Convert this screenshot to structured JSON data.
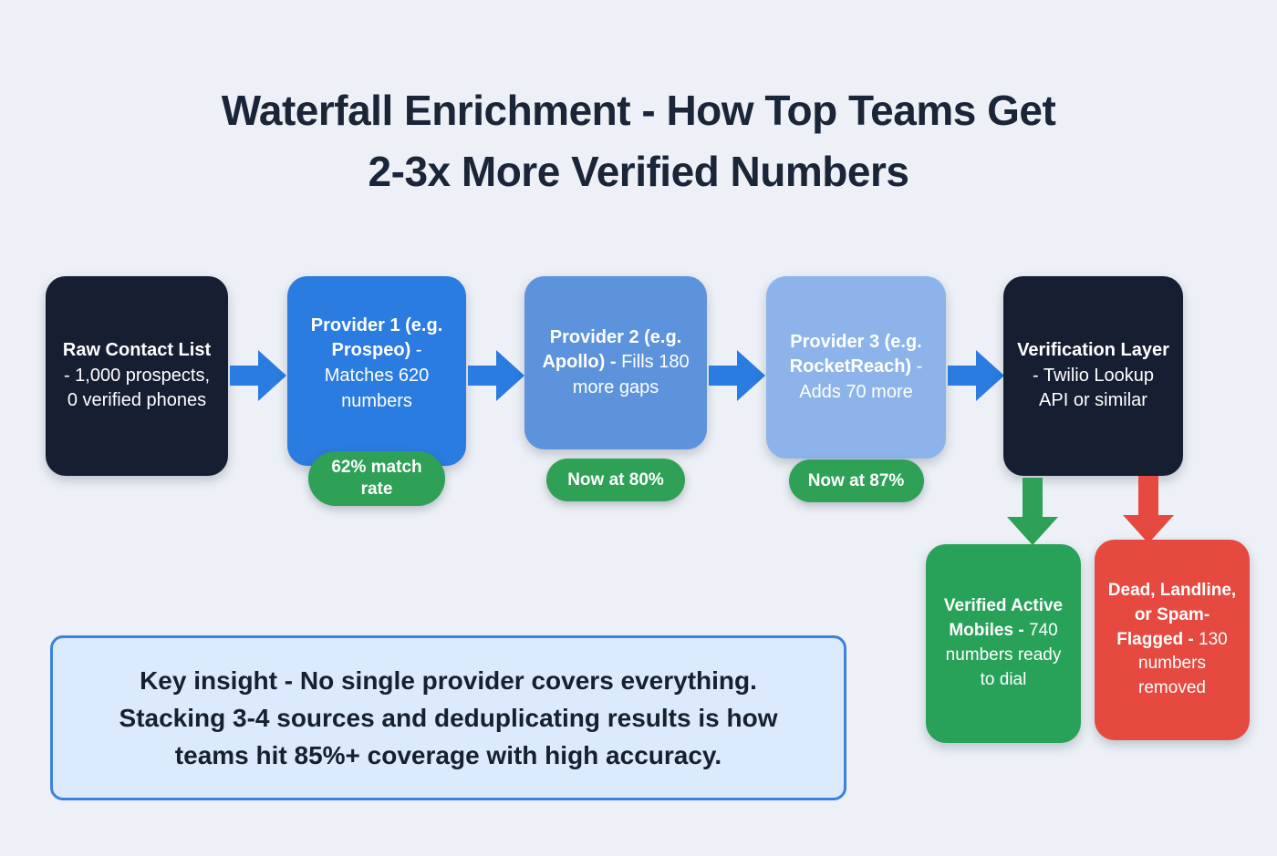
{
  "title": {
    "lines": [
      "Waterfall Enrichment - How Top Teams Get",
      "2-3x More Verified Numbers"
    ]
  },
  "flow": {
    "steps": [
      {
        "name": "raw-contact-list",
        "bold": "Raw Contact List",
        "rest": " - 1,000 prospects, 0 verified phones"
      },
      {
        "name": "provider-1",
        "bold": "Provider 1 (e.g. Prospeo)",
        "rest": " - Matches 620 numbers",
        "badge": "62% match rate"
      },
      {
        "name": "provider-2",
        "bold": "Provider 2 (e.g. Apollo) -",
        "rest": " Fills 180 more gaps",
        "badge": "Now at 80%"
      },
      {
        "name": "provider-3",
        "bold": "Provider 3 (e.g. RocketReach)",
        "rest": " - Adds 70 more",
        "badge": "Now at 87%"
      },
      {
        "name": "verification-layer",
        "bold": "Verification Layer",
        "rest": " - Twilio Lookup API or similar"
      }
    ]
  },
  "outcomes": {
    "verified": {
      "bold": "Verified Active Mobiles -",
      "rest": " 740 numbers ready to dial"
    },
    "removed": {
      "bold": "Dead, Landline, or Spam-Flagged -",
      "rest": " 130 numbers removed"
    }
  },
  "key_insight": "Key insight - No single provider covers everything. Stacking 3-4 sources and deduplicating results is how teams hit 85%+ coverage with high accuracy.",
  "colors": {
    "background": "#edf1f7",
    "title_text": "#1b2538",
    "dark_box": "#161f31",
    "provider1_blue": "#2b7ce0",
    "provider2_blue": "#5d92dc",
    "provider3_blue": "#8cb4ea",
    "badge_green": "#2ea156",
    "verified_green": "#27a258",
    "removed_red": "#e6493f",
    "arrow_blue": "#2b7ce0",
    "insight_background": "#dbeafc",
    "insight_border": "#3b82de"
  }
}
